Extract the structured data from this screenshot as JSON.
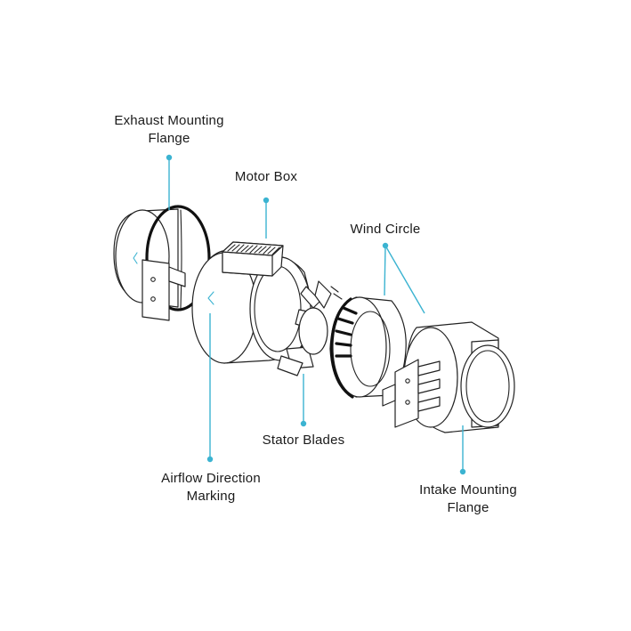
{
  "labels": {
    "exhaust_flange": [
      "Exhaust Mounting",
      "Flange"
    ],
    "motor_box": "Motor Box",
    "wind_circle": "Wind Circle",
    "stator_blades": "Stator Blades",
    "airflow_marking": [
      "Airflow Direction",
      "Marking"
    ],
    "intake_flange": [
      "Intake Mounting",
      "Flange"
    ]
  },
  "colors": {
    "leader": "#3bb3d1",
    "outline": "#222222",
    "background": "#ffffff"
  }
}
